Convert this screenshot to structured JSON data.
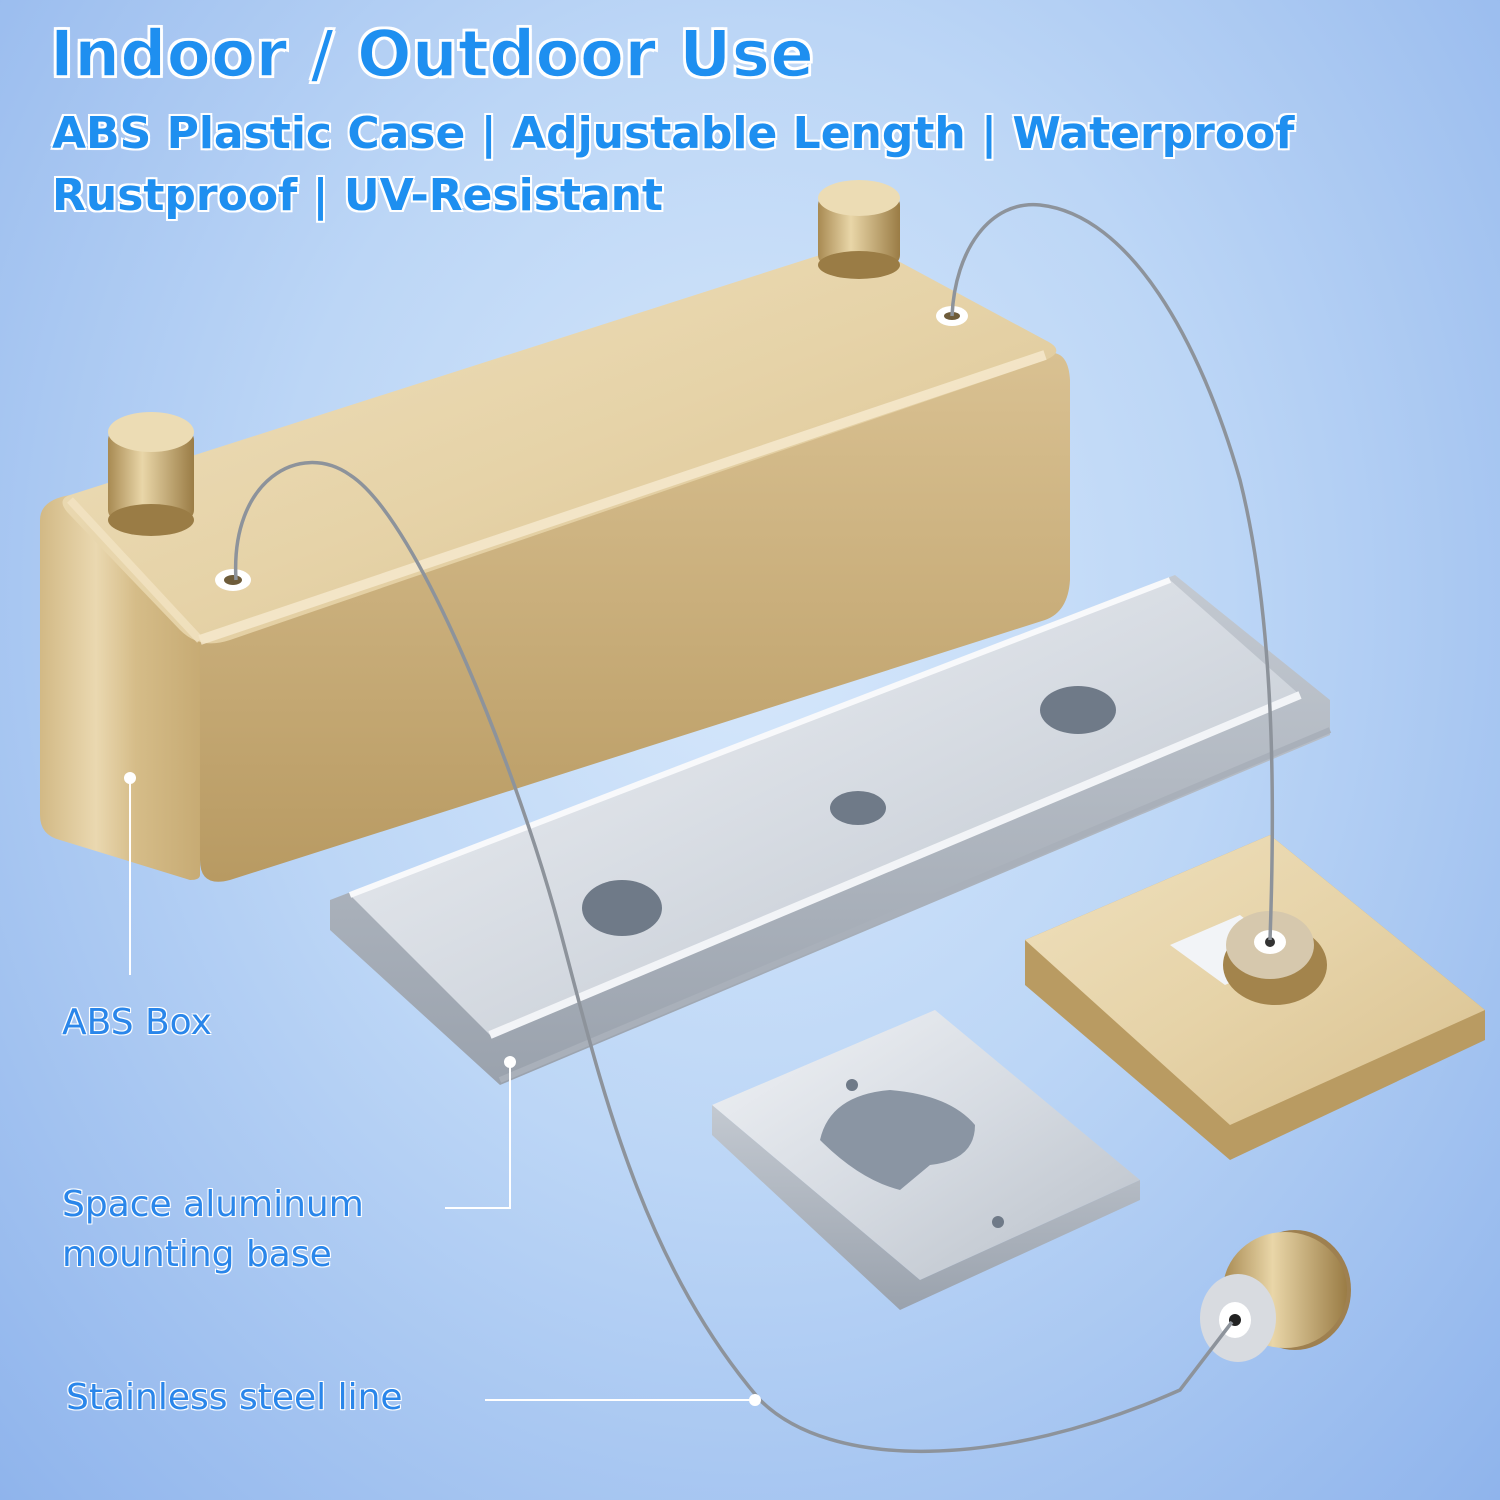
{
  "headline": "Indoor / Outdoor Use",
  "features_line1": "ABS Plastic Case | Adjustable Length | Waterproof",
  "features_line2": "Rustproof | UV-Resistant",
  "callouts": {
    "abs_box": "ABS Box",
    "aluminum_base_line1": "Space aluminum",
    "aluminum_base_line2": "mounting base",
    "steel_line": "Stainless steel line"
  },
  "colors": {
    "accent_text": "#1e8ff0",
    "box_gold": "#e3cfa2",
    "aluminum": "#d9dde3"
  }
}
